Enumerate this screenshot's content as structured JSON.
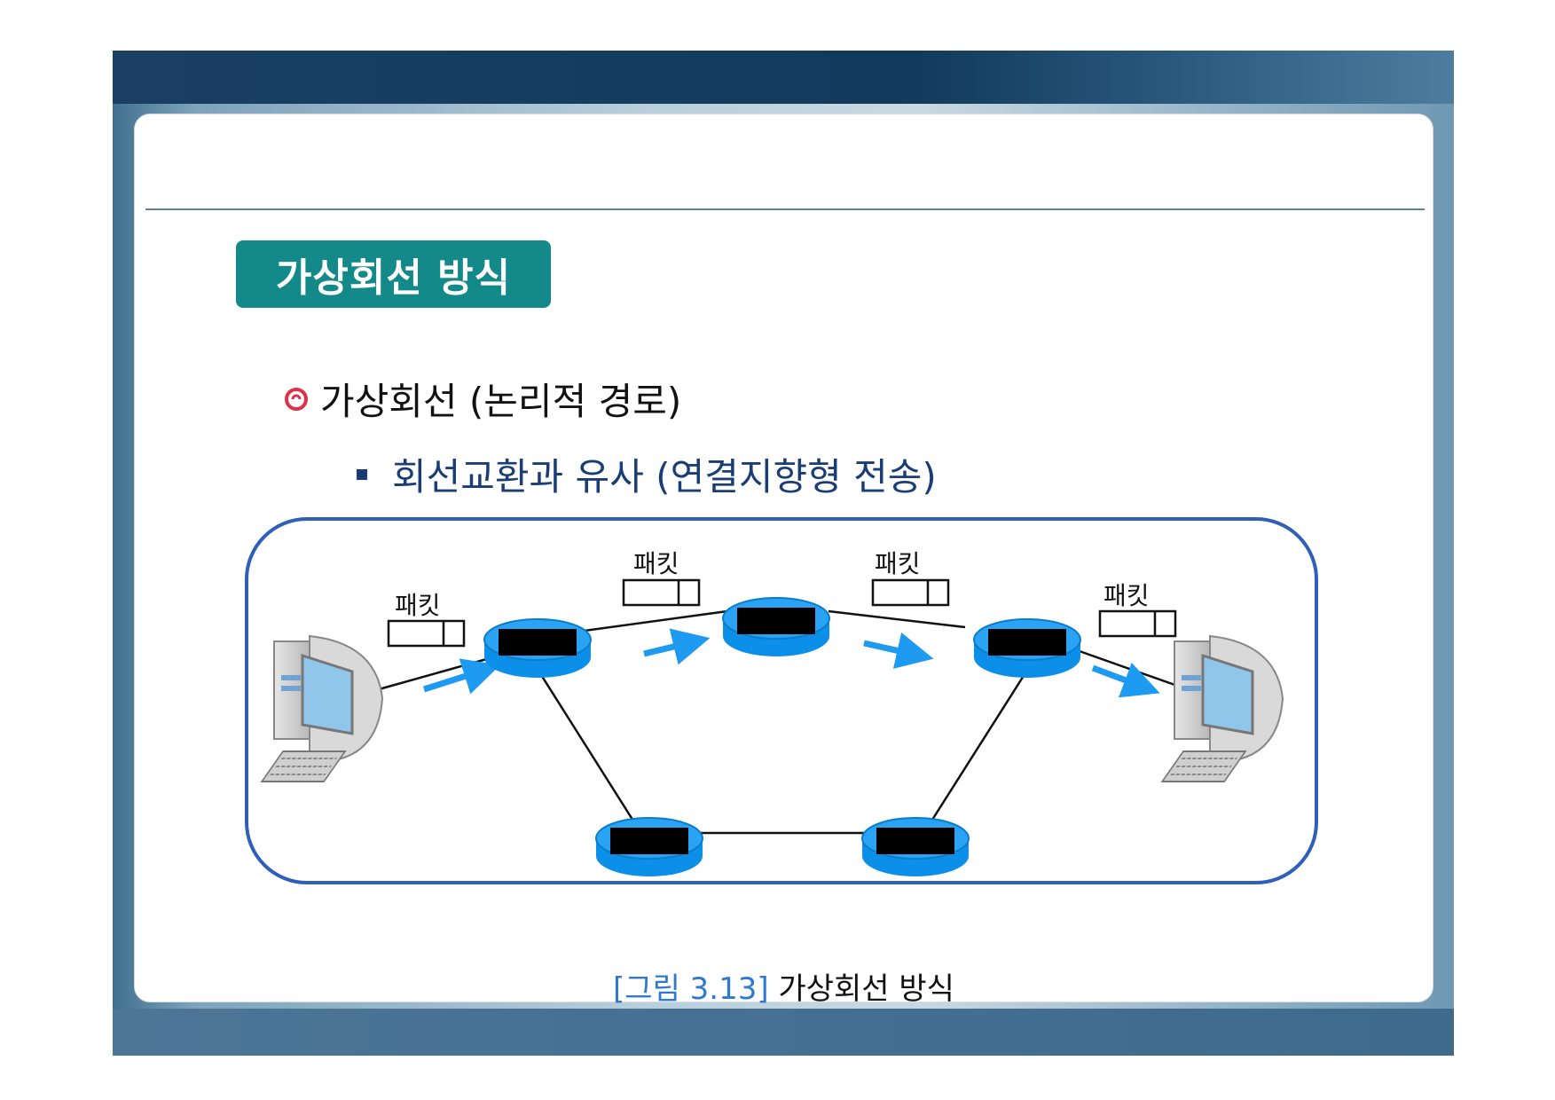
{
  "slide": {
    "section_title": "가상회선 방식",
    "bullet_main": "가상회선 (논리적 경로)",
    "bullet_sub": "회선교환과 유사 (연결지향형 전송)"
  },
  "diagram": {
    "packet_labels": [
      "패킷",
      "패킷",
      "패킷",
      "패킷"
    ]
  },
  "caption": {
    "figure_number": "[그림 3.13]",
    "title": "가상회선 방식"
  },
  "colors": {
    "badge": "#13898a",
    "sub_bullet_text": "#1a3d75",
    "router": "#0b8fe8",
    "arrow": "#1e9bf0",
    "frame": "#2f5fb8",
    "caption_figure": "#2f79cf"
  }
}
